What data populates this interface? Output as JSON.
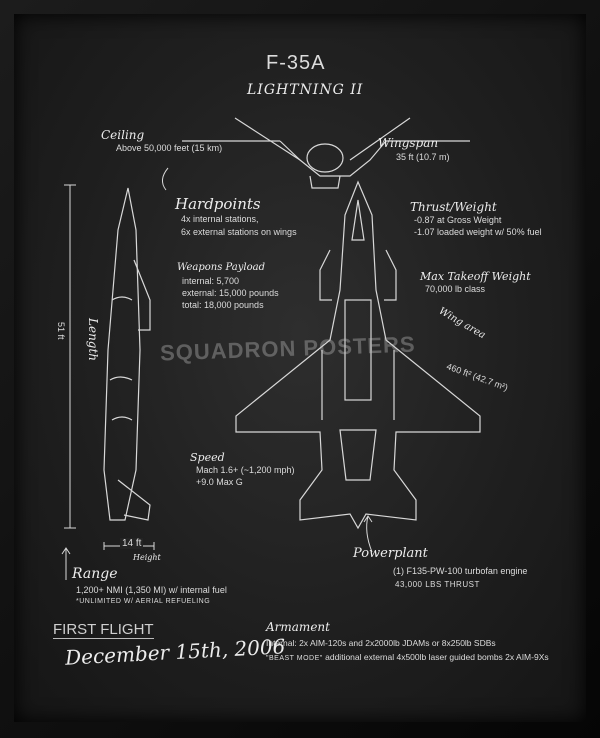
{
  "title": "F-35A",
  "subtitle": "LIGHTNING II",
  "watermark": "SQUADRON POSTERS",
  "ceiling": {
    "label": "Ceiling",
    "value": "Above 50,000 feet (15 km)"
  },
  "wingspan": {
    "label": "Wingspan",
    "value": "35 ft (10.7 m)"
  },
  "hardpoints": {
    "label": "Hardpoints",
    "line1": "4x internal stations,",
    "line2": "6x external stations on wings"
  },
  "thrust_weight": {
    "label": "Thrust/Weight",
    "line1": "-0.87 at Gross Weight",
    "line2": "-1.07 loaded weight w/ 50% fuel"
  },
  "weapons_payload": {
    "label": "Weapons Payload",
    "line1": "internal: 5,700",
    "line2": "external: 15,000 pounds",
    "line3": "total: 18,000 pounds"
  },
  "max_takeoff": {
    "label": "Max Takeoff Weight",
    "value": "70,000 lb class"
  },
  "wing_area": {
    "label": "Wing area",
    "value": "460 ft² (42.7 m²)"
  },
  "length": {
    "label": "Length",
    "value": "51 ft"
  },
  "speed": {
    "label": "Speed",
    "line1": "Mach 1.6+ (~1,200 mph)",
    "line2": "+9.0 Max G"
  },
  "height": {
    "value": "14 ft",
    "label": "Height"
  },
  "range": {
    "label": "Range",
    "line1": "1,200+ NMI (1,350 MI) w/ internal fuel",
    "line2": "*Unlimited w/ aerial refueling"
  },
  "powerplant": {
    "label": "Powerplant",
    "line1": "(1) F135-PW-100 turbofan engine",
    "line2": "43,000 lbs thrust"
  },
  "first_flight": {
    "label": "FIRST FLIGHT",
    "date": "December 15th, 2006"
  },
  "armament": {
    "label": "Armament",
    "line1": "Internal: 2x AIM-120s and 2x2000lb JDAMs or 8x250lb SDBs",
    "line2_prefix": "\"Beast Mode\"",
    "line2": "additional external 4x500lb laser guided bombs 2x AIM-9Xs"
  }
}
